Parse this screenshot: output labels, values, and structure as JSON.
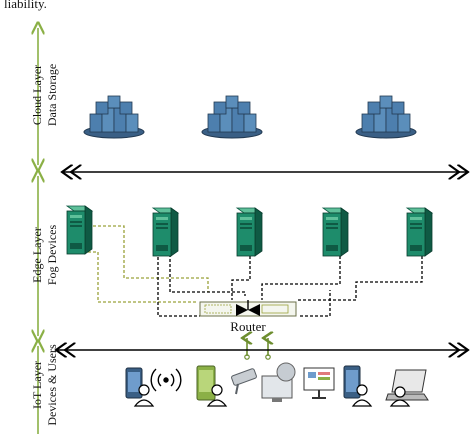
{
  "header": {
    "fragment_text": "liability."
  },
  "layers": {
    "cloud": {
      "layer_label": "Cloud Layer",
      "sub_label": "Data Storage"
    },
    "edge": {
      "layer_label": "Edge Layer",
      "sub_label": "Fog Devices"
    },
    "iot": {
      "layer_label": "IoT Layer",
      "sub_label": "Devices & Users"
    }
  },
  "router": {
    "label": "Router"
  },
  "colors": {
    "layer_arrow": "#8bb046",
    "cloud_box_fill": "#4d7fae",
    "cloud_base_fill": "#3a5f85",
    "server_fill": "#1e8c6b",
    "server_dark": "#0f5a44",
    "yellow_link": "#9aa23a",
    "black_link": "#000000",
    "bus_arrow": "#000000"
  },
  "icons": {
    "cloud_nodes": [
      "data-storage-icon",
      "data-storage-icon",
      "data-storage-icon"
    ],
    "fog_devices": [
      "server-icon",
      "server-icon",
      "server-icon",
      "server-icon",
      "server-icon"
    ],
    "iot_devices": [
      "smartphone-user-icon",
      "wifi-signal-icon",
      "smartphone-user-icon",
      "cctv-camera-icon",
      "monitor-icon",
      "dashboard-display-icon",
      "smartphone-user-icon",
      "laptop-user-icon"
    ]
  }
}
